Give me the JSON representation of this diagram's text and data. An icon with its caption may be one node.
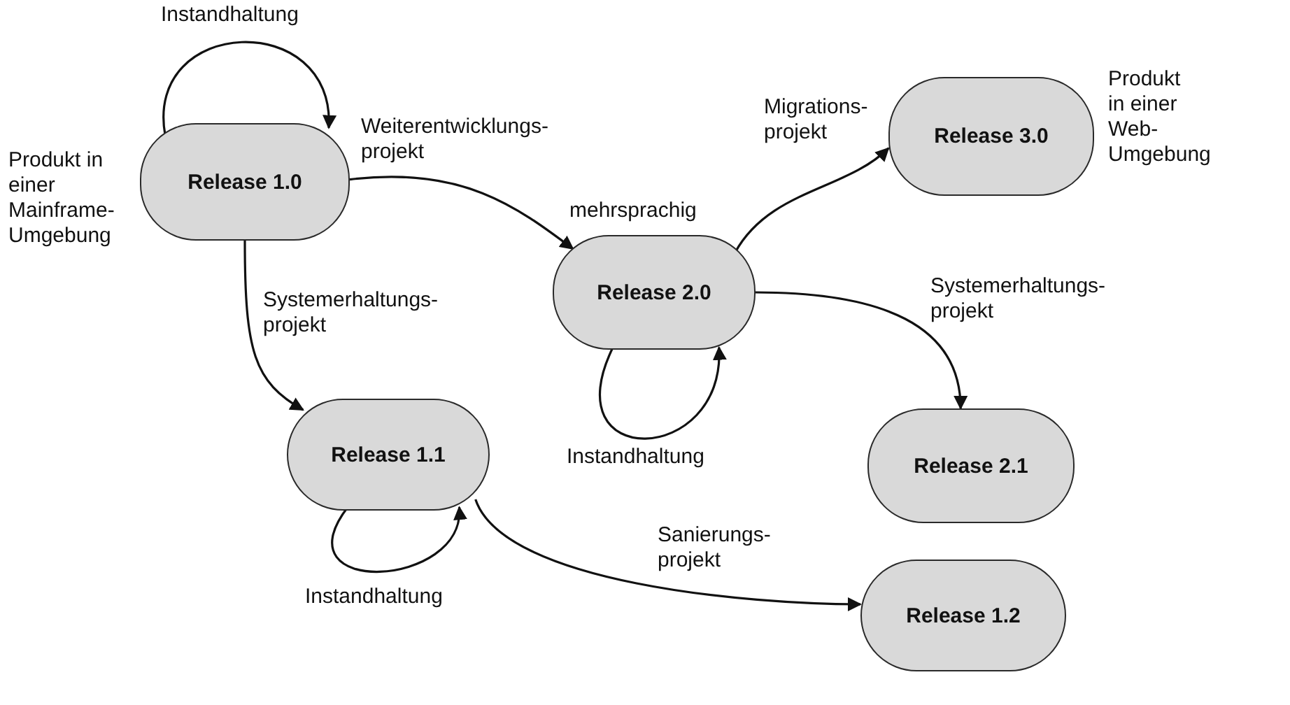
{
  "diagram": {
    "nodes": [
      {
        "text": [
          "Release 1.0"
        ],
        "beside": [
          "Produkt in einer Mainframe-Umgebung"
        ]
      },
      {
        "text": [
          "Release 2.0"
        ],
        "beside": [
          "mehrsprachig"
        ]
      },
      {
        "text": [
          "Release 3.0"
        ],
        "beside": [
          "Produkt in einer Web-Umgebung"
        ]
      },
      {
        "text": [
          "Release 1.1"
        ]
      },
      {
        "text": [
          "Release 2.1"
        ]
      },
      {
        "text": [
          "Release 1.2"
        ]
      }
    ],
    "edges": [
      {
        "from": 0,
        "to": 0,
        "arrow": "to",
        "label": "Instandhaltung"
      },
      {
        "from": 0,
        "to": 1,
        "arrow": "to",
        "label": "Weiterentwicklungs- projekt"
      },
      {
        "from": 0,
        "to": 3,
        "arrow": "to",
        "label": "Systemerhaltungs- projekt"
      },
      {
        "from": 1,
        "to": 1,
        "arrow": "to",
        "label": "Instandhaltung"
      },
      {
        "from": 1,
        "to": 2,
        "arrow": "to",
        "label": "Migrations- projekt"
      },
      {
        "from": 1,
        "to": 4,
        "arrow": "to",
        "label": "Systemerhaltungs- projekt"
      },
      {
        "from": 3,
        "to": 3,
        "arrow": "to",
        "label": "Instandhaltung"
      },
      {
        "from": 3,
        "to": 5,
        "arrow": "to",
        "label": "Sanierungs- projekt"
      }
    ]
  }
}
